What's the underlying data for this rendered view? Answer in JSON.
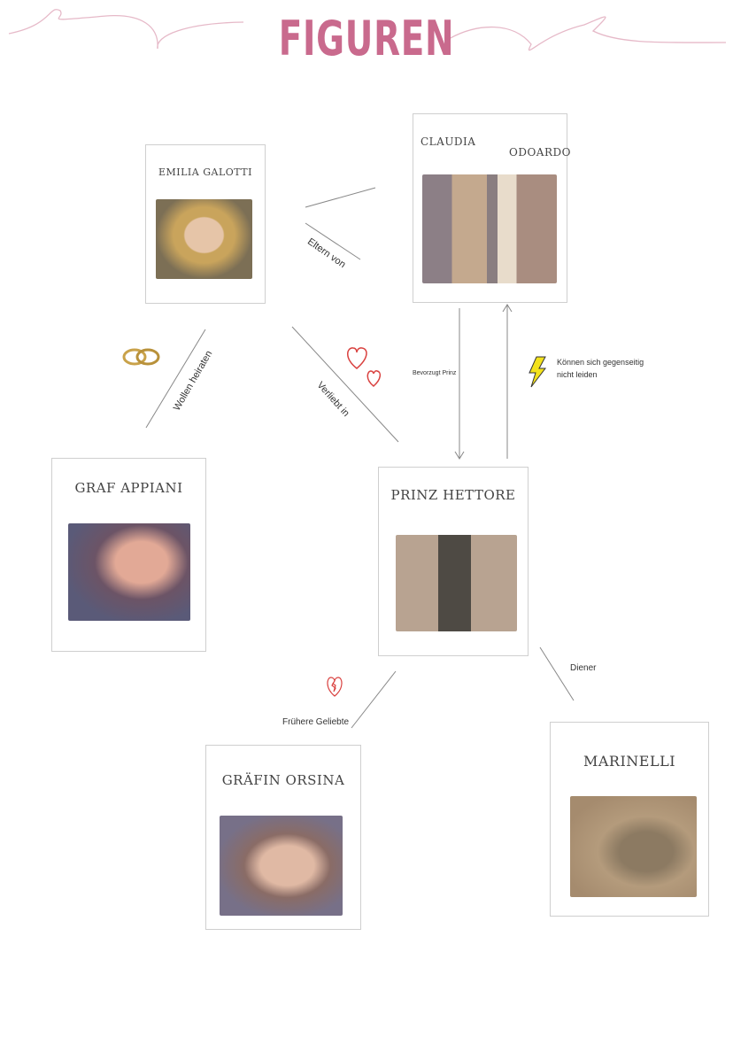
{
  "title": "FIGUREN",
  "characters": {
    "emilia": "EMILIA GALOTTI",
    "claudia": "CLAUDIA",
    "odoardo": "ODOARDO",
    "appiani": "GRAF APPIANI",
    "prinz": "PRINZ HETTORE",
    "orsina": "GRÄFIN ORSINA",
    "marinelli": "MARINELLI"
  },
  "relations": {
    "eltern": "Eltern von",
    "heiraten": "Wollen heiraten",
    "verliebt": "Verliebt in",
    "bevorzugt": "Bevorzugt Prinz",
    "leiden": "Können sich gegenseitig nicht leiden",
    "geliebte": "Frühere Geliebte",
    "diener": "Diener"
  },
  "colors": {
    "accent": "#c96a8d",
    "line": "#888888"
  }
}
